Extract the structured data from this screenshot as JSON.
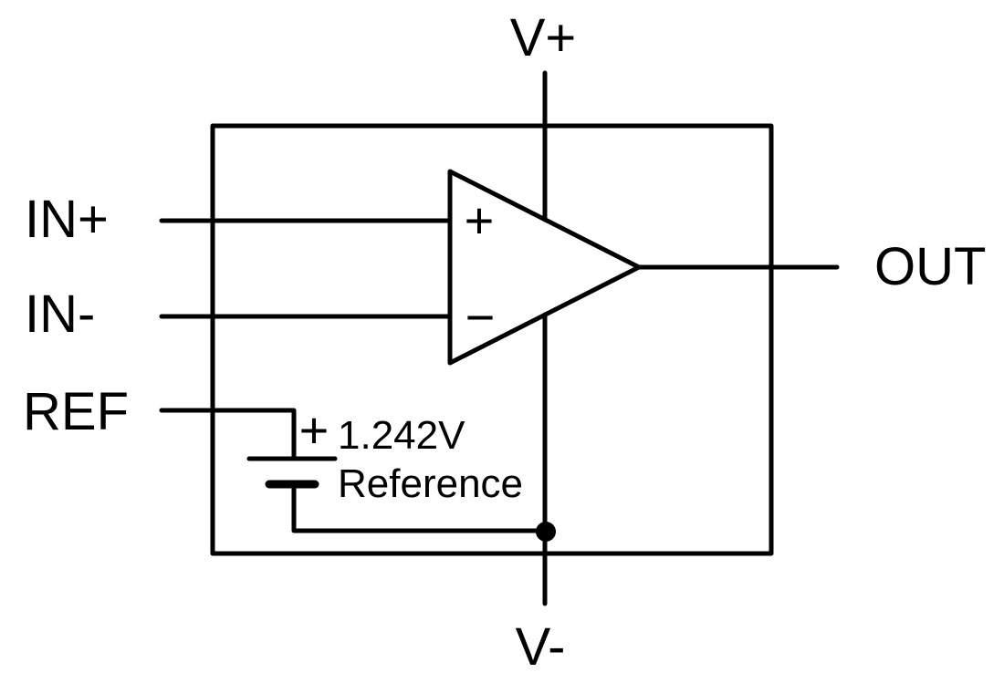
{
  "diagram": {
    "kind": "schematic-block-diagram",
    "description": "Comparator with internal voltage reference",
    "colors": {
      "background": "#ffffff",
      "line": "#000000",
      "text": "#000000"
    },
    "pins": {
      "v_plus": "V+",
      "v_minus": "V-",
      "in_plus": "IN+",
      "in_minus": "IN-",
      "ref": "REF",
      "out": "OUT"
    },
    "comparator": {
      "noninverting_input_label": "+",
      "inverting_input_label": "−"
    },
    "reference": {
      "polarity_label": "+",
      "voltage": "1.242V",
      "label": "Reference"
    }
  }
}
